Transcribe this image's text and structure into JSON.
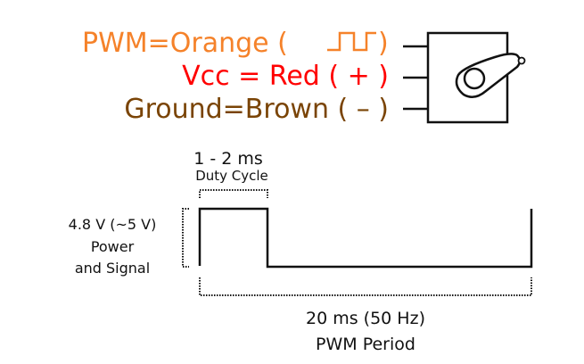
{
  "wires": [
    {
      "id": "pwm",
      "label": "PWM=Orange (",
      "suffix": ")",
      "color": "#f5822a",
      "icon": "pwm-square-wave-icon"
    },
    {
      "id": "vcc",
      "label": "Vcc = Red ( + )",
      "color": "#ff0000"
    },
    {
      "id": "ground",
      "label": "Ground=Brown  ( – )",
      "color": "#7a4406"
    }
  ],
  "timing": {
    "duty_cycle": {
      "value": "1 - 2 ms",
      "label": "Duty Cycle"
    },
    "voltage": {
      "value": "4.8 V (~5 V)",
      "line2": "Power",
      "line3": "and Signal"
    },
    "period": {
      "value": "20 ms (50 Hz)",
      "label": "PWM Period"
    }
  },
  "servo": {
    "icon": "servo-motor-icon"
  },
  "colors": {
    "line": "#111111"
  }
}
